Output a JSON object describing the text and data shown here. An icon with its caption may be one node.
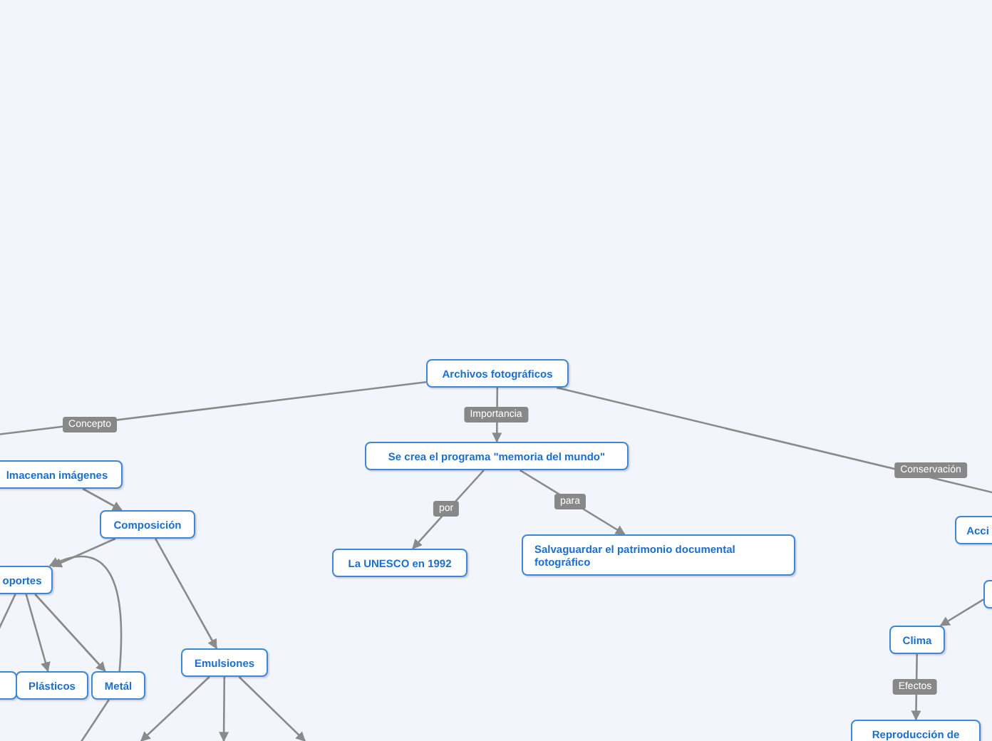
{
  "diagram": {
    "nodes": [
      {
        "text": [
          "Archivos fotográficos"
        ]
      },
      {
        "text": [
          "Se crea el programa \"memoria del mundo\""
        ]
      },
      {
        "text": [
          "La UNESCO en 1992"
        ]
      },
      {
        "text": [
          "Salvaguardar el patrimonio documental fotográfico"
        ]
      },
      {
        "text": [
          "lmacenan imágenes"
        ]
      },
      {
        "text": [
          "Composición"
        ]
      },
      {
        "text": [
          "oportes"
        ]
      },
      {
        "text": [],
        "shape": "box"
      },
      {
        "text": [
          "Plásticos"
        ]
      },
      {
        "text": [
          "Metál"
        ]
      },
      {
        "text": [
          "Emulsiones"
        ]
      },
      {
        "text": [
          "Acci"
        ]
      },
      {
        "text": [],
        "shape": "box"
      },
      {
        "text": [
          "Clima"
        ]
      },
      {
        "text": [
          "Reproducción de"
        ]
      }
    ],
    "edges": [
      {
        "from": 0,
        "to": null,
        "arrow": "none",
        "label": "Concepto"
      },
      {
        "from": 0,
        "to": 1,
        "arrow": "to",
        "label": "Importancia"
      },
      {
        "from": 1,
        "to": 2,
        "arrow": "to",
        "label": "por"
      },
      {
        "from": 1,
        "to": 3,
        "arrow": "to",
        "label": "para"
      },
      {
        "from": 0,
        "to": null,
        "arrow": "none",
        "label": "Conservación"
      },
      {
        "from": 4,
        "to": 5,
        "arrow": "to"
      },
      {
        "from": 5,
        "to": 6,
        "arrow": "to"
      },
      {
        "from": 9,
        "to": 6,
        "arrow": "to"
      },
      {
        "from": 6,
        "to": null,
        "arrow": "none"
      },
      {
        "from": 6,
        "to": 8,
        "arrow": "to"
      },
      {
        "from": 6,
        "to": 9,
        "arrow": "to"
      },
      {
        "from": 9,
        "to": null,
        "arrow": "none"
      },
      {
        "from": 5,
        "to": 10,
        "arrow": "to"
      },
      {
        "from": 10,
        "to": null,
        "arrow": "to"
      },
      {
        "from": 10,
        "to": null,
        "arrow": "to"
      },
      {
        "from": 10,
        "to": null,
        "arrow": "to"
      },
      {
        "from": 12,
        "to": 13,
        "arrow": "to"
      },
      {
        "from": 13,
        "to": 14,
        "arrow": "to",
        "label": "Efectos"
      }
    ]
  }
}
